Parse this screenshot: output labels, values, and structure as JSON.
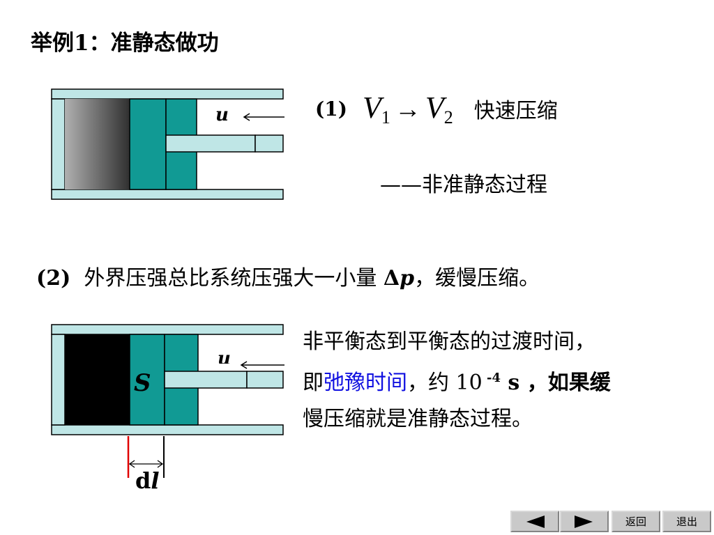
{
  "title": "举例1：准静态做功",
  "case1": {
    "label": "(1)",
    "v_symbol": "V",
    "sub1": "1",
    "arrow": "→",
    "sub2": "2",
    "description": "快速压缩",
    "result": "——非准静态过程"
  },
  "case2": {
    "label": "(2)",
    "text_before": "外界压强总比系统压强大一小量",
    "delta": "Δ",
    "p": "p",
    "text_after": "，缓慢压缩。"
  },
  "para": {
    "line1": "非平衡态到平衡态的过渡时间，",
    "line2_a": "即",
    "line2_highlight": "弛豫时间",
    "line2_b": "，约 10",
    "line2_exp": " -4",
    "line2_c": " s ，如果缓",
    "line3": "慢压缩就是准静态过程。"
  },
  "diagram1": {
    "velocity_label": "u"
  },
  "diagram2": {
    "velocity_label": "u",
    "area_label": "S",
    "displacement_d": "d",
    "displacement_l": "l"
  },
  "nav": {
    "back_label": "返回",
    "exit_label": "退出"
  },
  "colors": {
    "teal": "#119a94",
    "tube": "#bfe6e6",
    "highlight": "#1010e0",
    "red_marker": "#e00000"
  }
}
